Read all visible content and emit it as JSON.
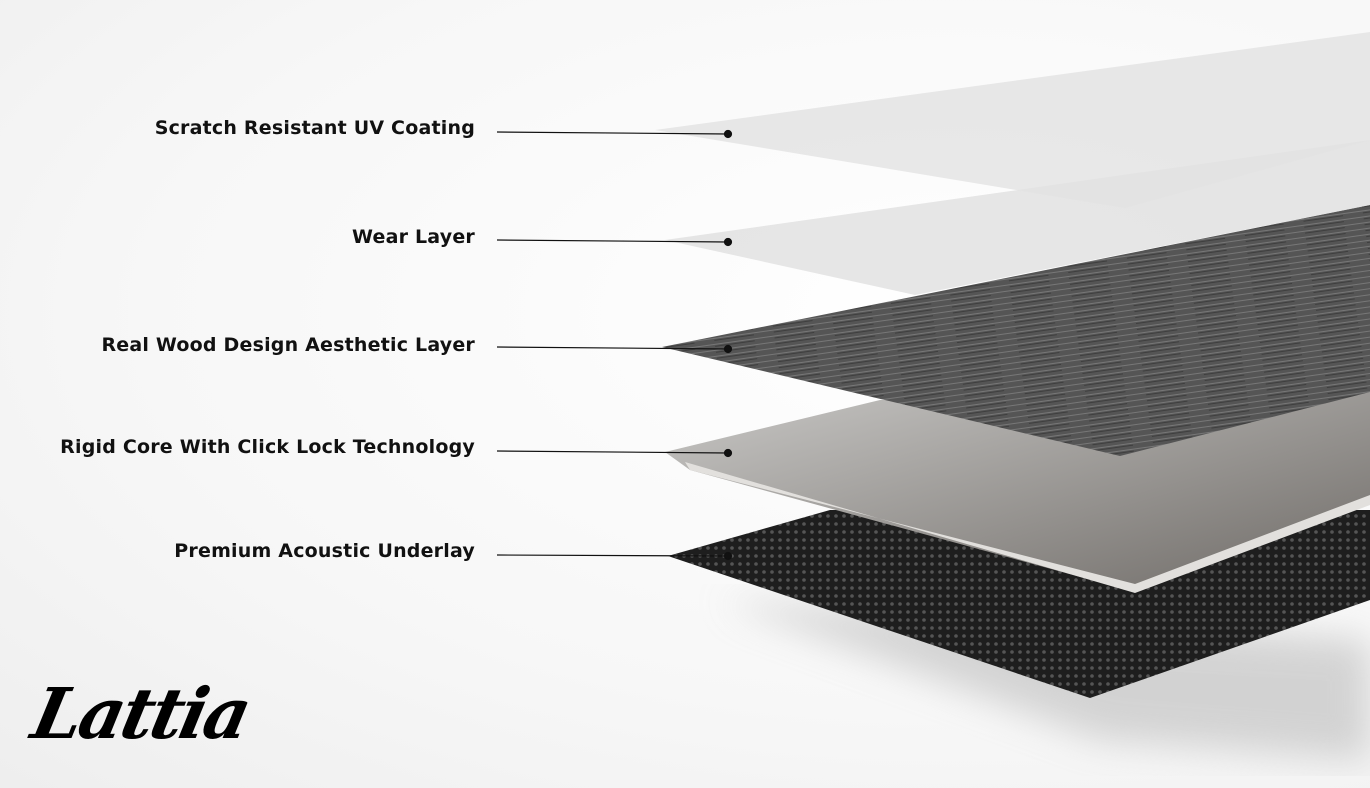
{
  "layers": [
    {
      "label": "Scratch Resistant UV Coating"
    },
    {
      "label": "Wear Layer"
    },
    {
      "label": "Real Wood Design Aesthetic Layer"
    },
    {
      "label": "Rigid Core With Click Lock Technology"
    },
    {
      "label": "Premium Acoustic Underlay"
    }
  ],
  "logo": {
    "text": "Lattia"
  },
  "colors": {
    "uv": "#e6e6e6",
    "wear": "#dedede",
    "wood": "#4a4a4a",
    "core": "#bdbbb8",
    "underlay": "#222222"
  }
}
